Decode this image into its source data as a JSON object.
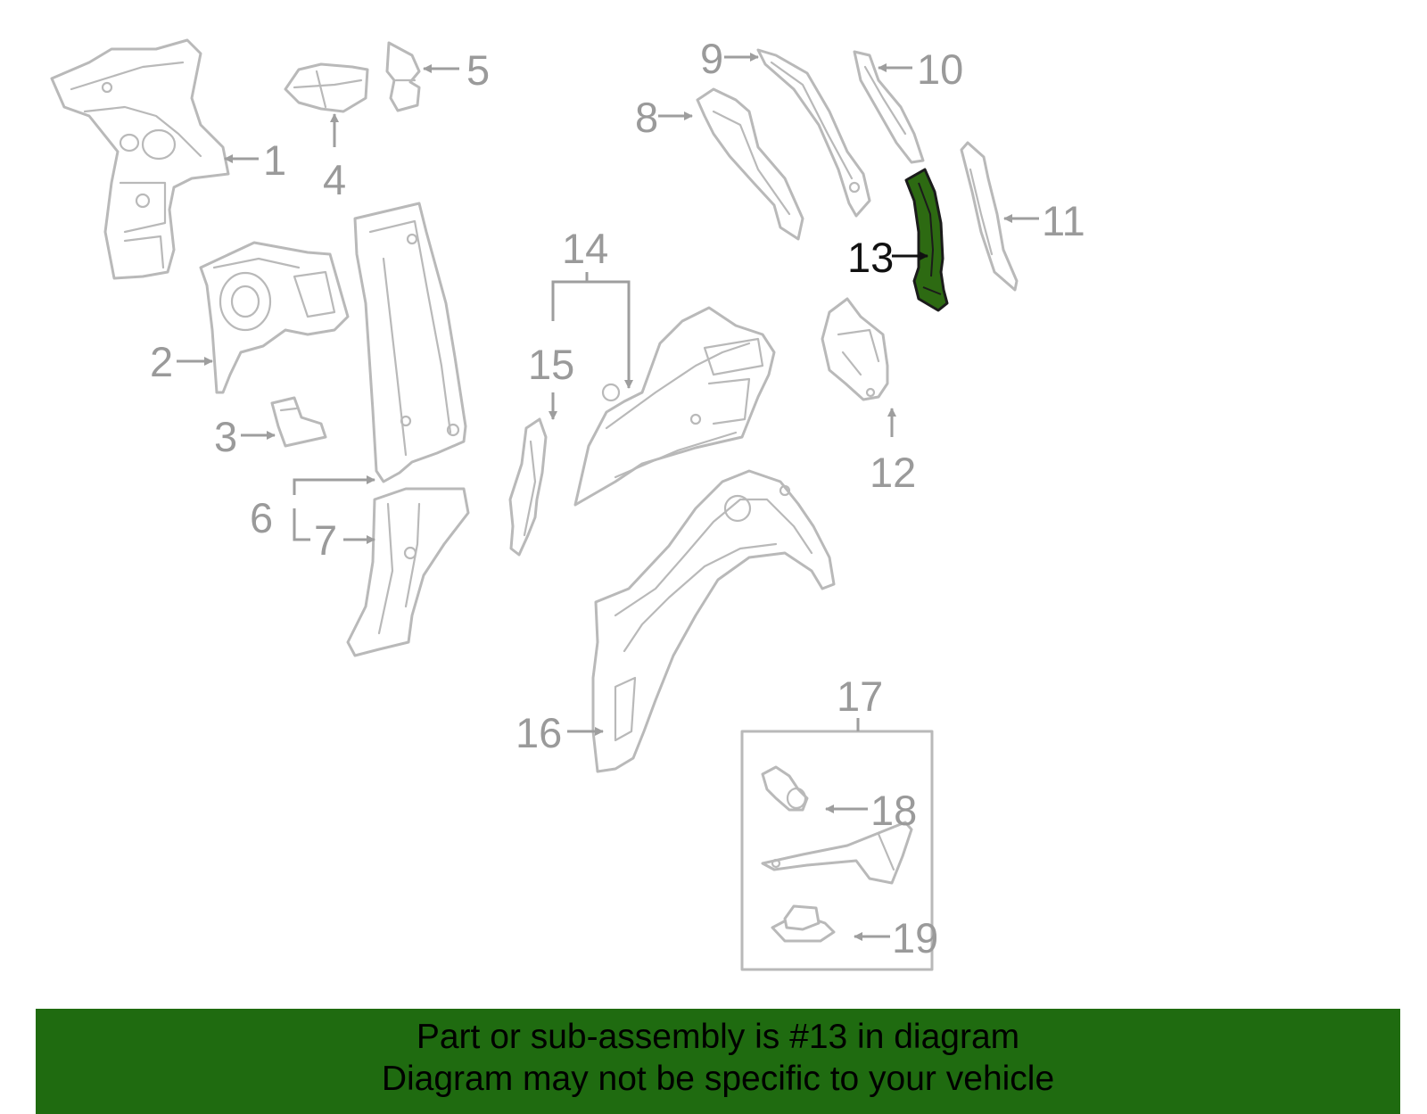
{
  "diagram": {
    "highlight_color": "#2d6a12",
    "labels": {
      "p1": "1",
      "p2": "2",
      "p3": "3",
      "p4": "4",
      "p5": "5",
      "p6": "6",
      "p7": "7",
      "p8": "8",
      "p9": "9",
      "p10": "10",
      "p11": "11",
      "p12": "12",
      "p13": "13",
      "p14": "14",
      "p15": "15",
      "p16": "16",
      "p17": "17",
      "p18": "18",
      "p19": "19"
    }
  },
  "banner": {
    "background": "#1f6b10",
    "line1": "Part or sub-assembly is #13 in diagram",
    "line2": "Diagram may not be specific to your vehicle"
  }
}
